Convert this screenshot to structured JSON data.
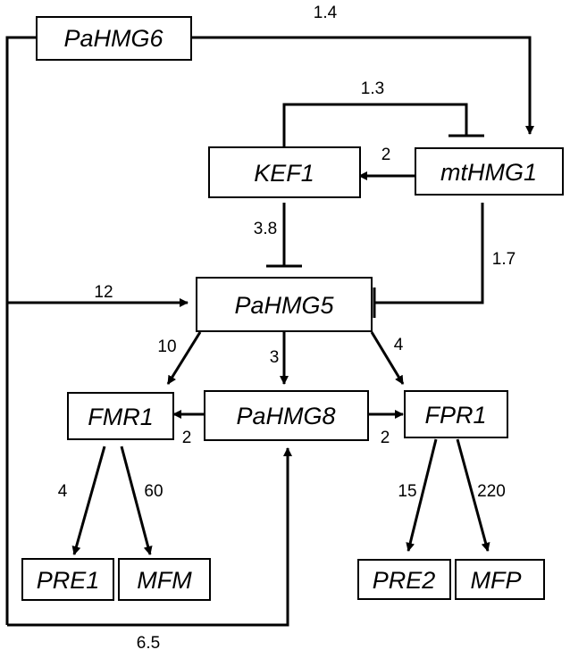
{
  "colors": {
    "line": "#000000",
    "box_fill": "#ffffff",
    "background": "#ffffff"
  },
  "nodes": {
    "pahmg6": "PaHMG6",
    "mthmg1": "mtHMG1",
    "kef1": "KEF1",
    "pahmg5": "PaHMG5",
    "fmr1": "FMR1",
    "pahmg8": "PaHMG8",
    "fpr1": "FPR1",
    "pre1": "PRE1",
    "mfm": "MFM",
    "pre2": "PRE2",
    "mfp": "MFP"
  },
  "edges": {
    "pahmg6_to_mthmg1": {
      "type": "activation",
      "label": "1.4"
    },
    "kef1_inhibits_mthmg1": {
      "type": "inhibition",
      "label": "1.3"
    },
    "mthmg1_to_kef1": {
      "type": "activation",
      "label": "2"
    },
    "kef1_inhibits_pahmg5": {
      "type": "inhibition",
      "label": "3.8"
    },
    "mthmg1_inhibits_pahmg5": {
      "type": "inhibition",
      "label": "1.7"
    },
    "pahmg6_to_pahmg5": {
      "type": "activation",
      "label": "12"
    },
    "pahmg5_to_fmr1": {
      "type": "activation",
      "label": "10"
    },
    "pahmg5_to_pahmg8": {
      "type": "activation",
      "label": "3"
    },
    "pahmg5_to_fpr1": {
      "type": "activation",
      "label": "4"
    },
    "pahmg8_to_fmr1": {
      "type": "activation",
      "label": "2"
    },
    "pahmg8_to_fpr1": {
      "type": "activation",
      "label": "2"
    },
    "fmr1_to_pre1": {
      "type": "activation",
      "label": "4"
    },
    "fmr1_to_mfm": {
      "type": "activation",
      "label": "60"
    },
    "fpr1_to_pre2": {
      "type": "activation",
      "label": "15"
    },
    "fpr1_to_mfp": {
      "type": "activation",
      "label": "220"
    },
    "pahmg6_to_pahmg8": {
      "type": "activation",
      "label": "6.5"
    }
  }
}
